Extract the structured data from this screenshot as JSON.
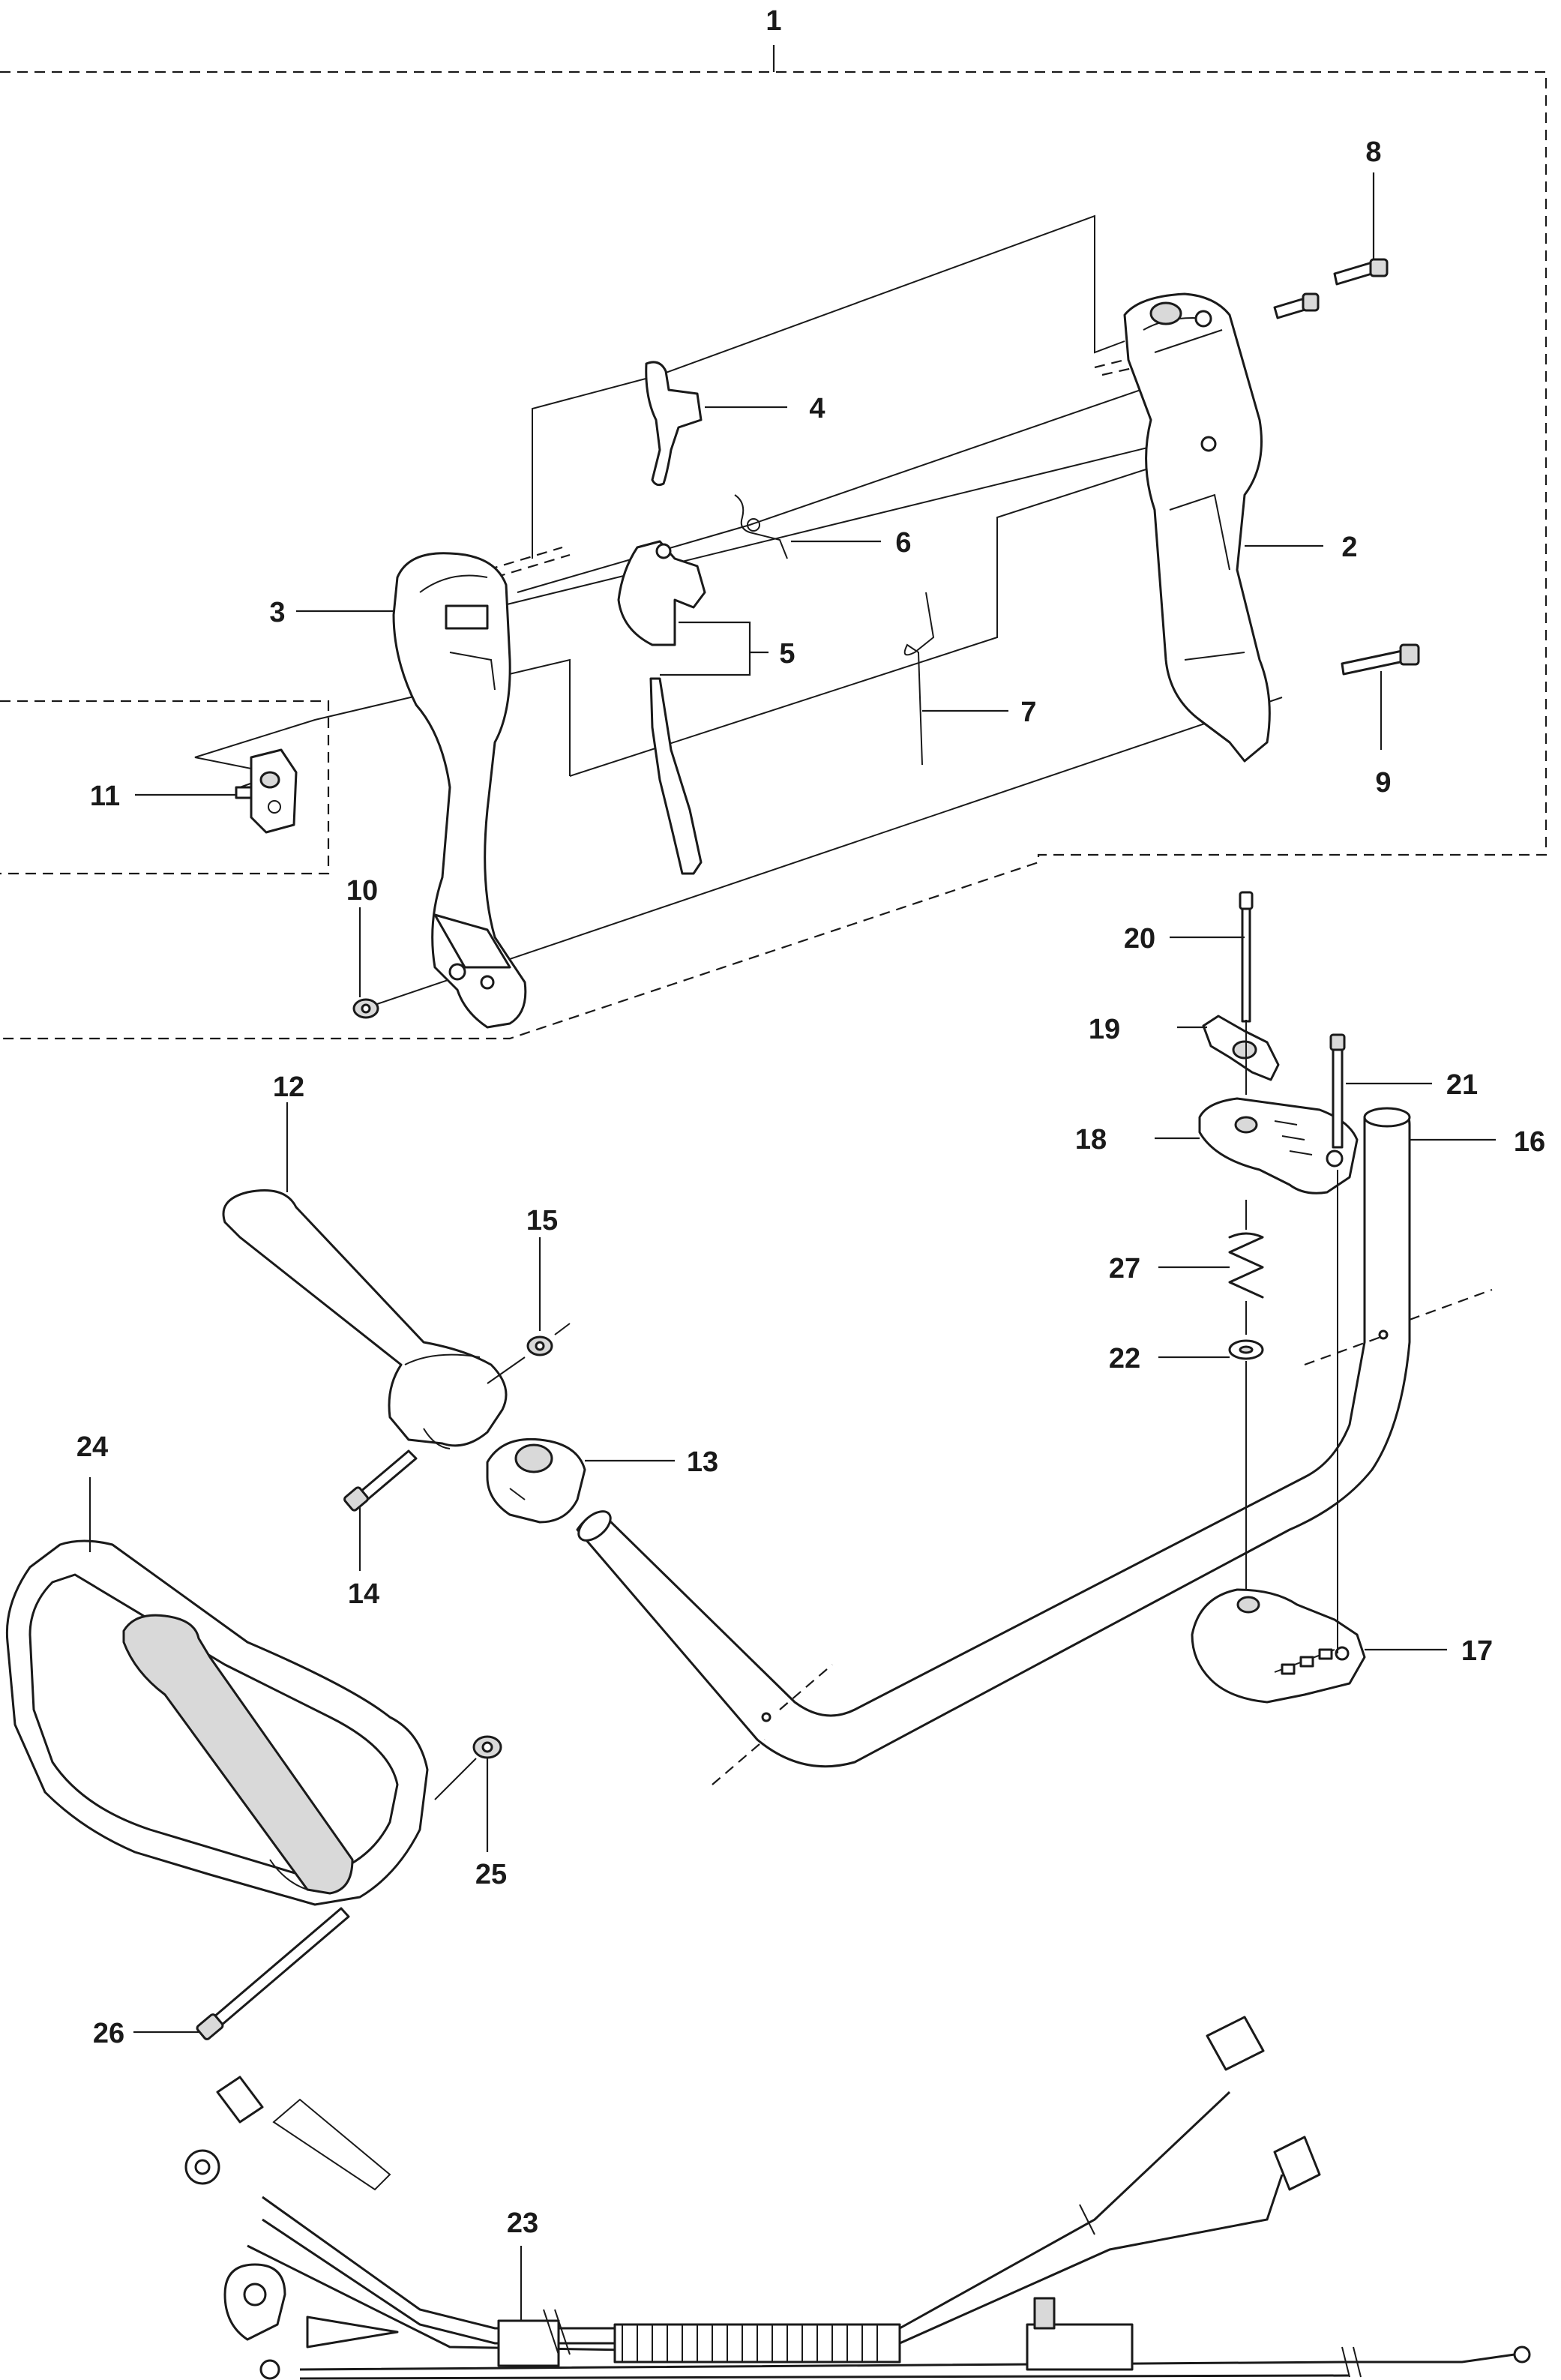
{
  "callouts": [
    {
      "id": "1",
      "label": "1"
    },
    {
      "id": "2",
      "label": "2"
    },
    {
      "id": "3",
      "label": "3"
    },
    {
      "id": "4",
      "label": "4"
    },
    {
      "id": "5",
      "label": "5"
    },
    {
      "id": "6",
      "label": "6"
    },
    {
      "id": "7",
      "label": "7"
    },
    {
      "id": "8",
      "label": "8"
    },
    {
      "id": "9",
      "label": "9"
    },
    {
      "id": "10",
      "label": "10"
    },
    {
      "id": "11",
      "label": "11"
    },
    {
      "id": "12",
      "label": "12"
    },
    {
      "id": "13",
      "label": "13"
    },
    {
      "id": "14",
      "label": "14"
    },
    {
      "id": "15",
      "label": "15"
    },
    {
      "id": "16",
      "label": "16"
    },
    {
      "id": "17",
      "label": "17"
    },
    {
      "id": "18",
      "label": "18"
    },
    {
      "id": "19",
      "label": "19"
    },
    {
      "id": "20",
      "label": "20"
    },
    {
      "id": "21",
      "label": "21"
    },
    {
      "id": "22",
      "label": "22"
    },
    {
      "id": "23",
      "label": "23"
    },
    {
      "id": "24",
      "label": "24"
    },
    {
      "id": "25",
      "label": "25"
    },
    {
      "id": "26",
      "label": "26"
    },
    {
      "id": "27",
      "label": "27"
    }
  ],
  "colors": {
    "ink": "#1a1a1a",
    "paper": "#ffffff",
    "fill_light": "#d9d9d9",
    "fill_dark": "#9a9a9a"
  }
}
